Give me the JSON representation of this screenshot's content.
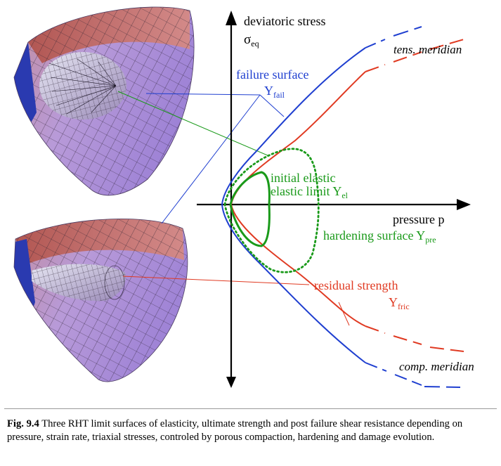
{
  "figure": {
    "axes": {
      "y_label_line1": "deviatoric stress",
      "y_label_symbol": "σ",
      "y_label_sub": "eq",
      "x_label": "pressure p"
    },
    "labels": {
      "tension_meridian": "tens. meridian",
      "compression_meridian": "comp. meridian",
      "failure_surface_title": "failure surface",
      "failure_symbol": "Y",
      "failure_sub": "fail",
      "elastic_line1": "initial elastic",
      "elastic_line2": "elastic limit Y",
      "elastic_sub": "el",
      "hardening_text": "hardening surface Y",
      "hardening_sub": "pre",
      "residual_title": "residual strength",
      "residual_symbol": "Y",
      "residual_sub": "fric"
    },
    "colors": {
      "failure": "#1f3fd0",
      "residual": "#e03a22",
      "elastic": "#1a9a1a",
      "axes": "#000000"
    }
  },
  "caption": {
    "lead": "Fig. 9.4",
    "text": " Three RHT limit surfaces of elasticity, ultimate strength and post failure shear resistance depending on pressure, strain rate, triaxial stresses, controled by porous compaction, hardening and damage evolution."
  }
}
